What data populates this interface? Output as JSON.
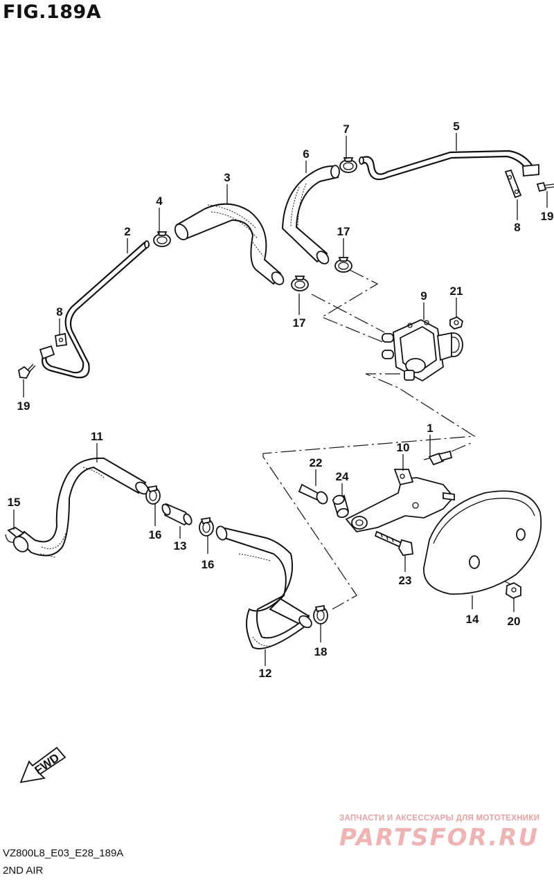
{
  "figure": {
    "title": "FIG.189A"
  },
  "footer": {
    "code": "VZ800L8_E03_E28_189A",
    "name": "2ND AIR"
  },
  "watermark": {
    "tagline": "ЗАПЧАСТИ И АКСЕССУАРЫ ДЛЯ МОТОТЕХНИКИ",
    "logo": "PARTSFOR.RU"
  },
  "fwd_label": "FWD",
  "callouts": [
    "1",
    "2",
    "3",
    "4",
    "5",
    "6",
    "7",
    "8",
    "8",
    "9",
    "10",
    "11",
    "12",
    "13",
    "14",
    "15",
    "16",
    "16",
    "17",
    "17",
    "18",
    "19",
    "19",
    "20",
    "21",
    "22",
    "23",
    "24"
  ]
}
